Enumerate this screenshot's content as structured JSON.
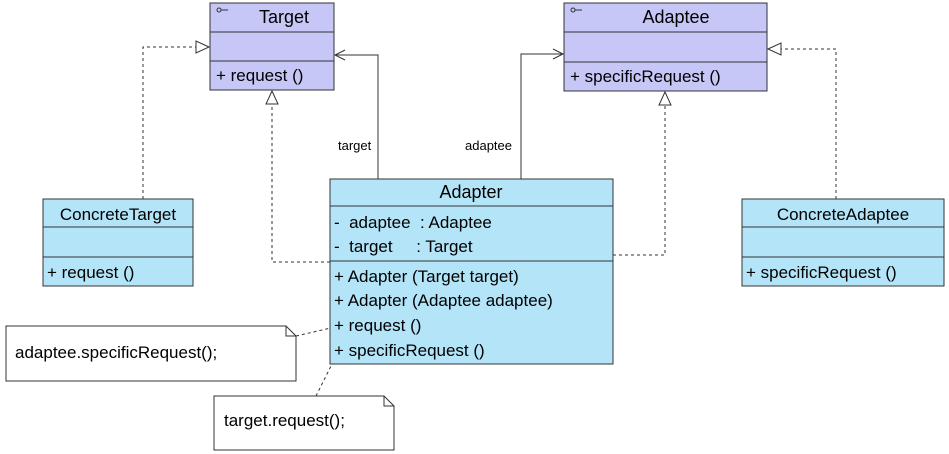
{
  "classes": {
    "target": {
      "name": "Target",
      "operations": [
        "+  request ()"
      ]
    },
    "adaptee": {
      "name": "Adaptee",
      "operations": [
        "+  specificRequest ()"
      ]
    },
    "adapter": {
      "name": "Adapter",
      "attributes": [
        "-  adaptee  : Adaptee",
        "-  target     : Target"
      ],
      "operations": [
        "+  Adapter (Target target)",
        "+  Adapter (Adaptee adaptee)",
        "+  request ()",
        "+  specificRequest ()"
      ]
    },
    "concrete_target": {
      "name": "ConcreteTarget",
      "operations": [
        "+  request ()"
      ]
    },
    "concrete_adaptee": {
      "name": "ConcreteAdaptee",
      "operations": [
        "+  specificRequest ()"
      ]
    }
  },
  "roles": {
    "target": "target",
    "adaptee": "adaptee"
  },
  "notes": {
    "adaptee_call": "adaptee.specificRequest();",
    "target_call": "target.request();"
  },
  "colors": {
    "interface_fill": "#c6c6f7",
    "class_fill": "#b3e4f8",
    "note_fill": "#ffffff",
    "line": "#333333"
  }
}
